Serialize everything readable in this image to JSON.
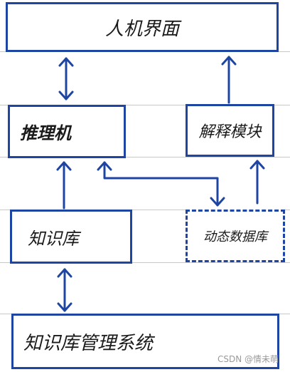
{
  "colors": {
    "stroke": "#1f45a3",
    "rule": "#c8c8c8",
    "text": "#1a1a1a"
  },
  "nodes": {
    "hci": "人机界面",
    "inference": "推理机",
    "explain": "解释模块",
    "kb": "知识库",
    "dyn_db": "动态数据库",
    "kbms": "知识库管理系统"
  },
  "watermark": "CSDN @情未萌"
}
